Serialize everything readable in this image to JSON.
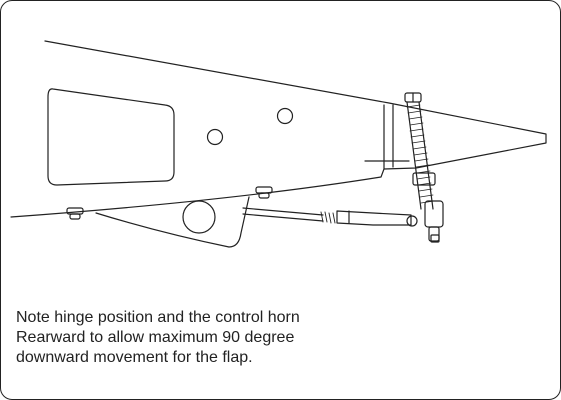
{
  "caption": {
    "lines": [
      "Note hinge position and the control horn",
      "Rearward to allow maximum 90 degree",
      "downward movement for the flap."
    ]
  },
  "colors": {
    "ink": "#222222",
    "background": "#ffffff"
  }
}
